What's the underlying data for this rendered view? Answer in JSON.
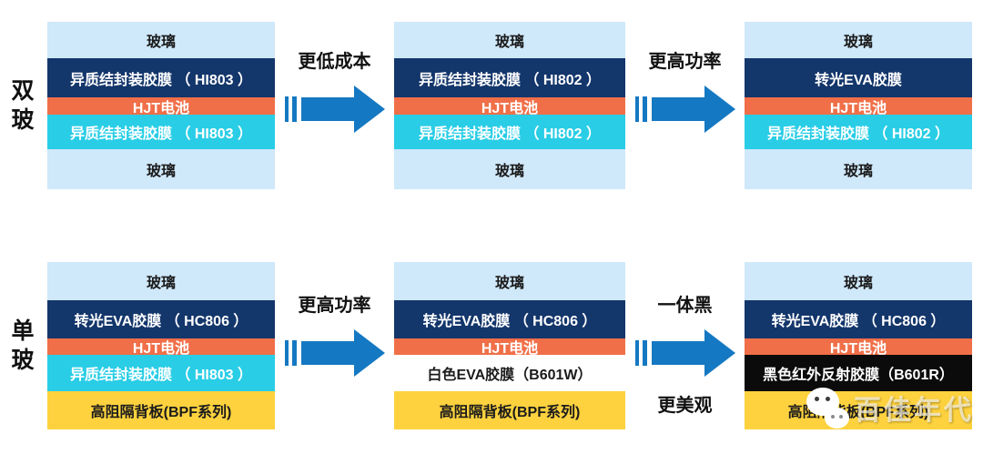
{
  "page": {
    "background": "#ffffff"
  },
  "colors": {
    "glass": "#cfe8fa",
    "encapsulant_navy": "#13366b",
    "cell_orange": "#f06f48",
    "encapsulant_cyan": "#29cde6",
    "backsheet_yellow": "#fdd23e",
    "film_white": "#ffffff",
    "film_black": "#0b0b0b",
    "arrow_blue": "#1578c2",
    "text_dark": "#1b1b1b",
    "text_light": "#ffffff"
  },
  "rows": [
    {
      "side_label": "双玻",
      "stacks": [
        {
          "layers": [
            {
              "label": "玻璃"
            },
            {
              "label": "异质结封装胶膜 （ HI803 ）"
            },
            {
              "label": "HJT电池"
            },
            {
              "label": "异质结封装胶膜 （ HI803 ）"
            },
            {
              "label": "玻璃"
            }
          ]
        },
        {
          "layers": [
            {
              "label": "玻璃"
            },
            {
              "label": "异质结封装胶膜 （ HI802 ）"
            },
            {
              "label": "HJT电池"
            },
            {
              "label": "异质结封装胶膜 （ HI802 ）"
            },
            {
              "label": "玻璃"
            }
          ]
        },
        {
          "layers": [
            {
              "label": "玻璃"
            },
            {
              "label": "转光EVA胶膜"
            },
            {
              "label": "HJT电池"
            },
            {
              "label": "异质结封装胶膜 （ HI802 ）"
            },
            {
              "label": "玻璃"
            }
          ]
        }
      ],
      "arrows": [
        {
          "label_top": "更低成本"
        },
        {
          "label_top": "更高功率"
        }
      ]
    },
    {
      "side_label": "单玻",
      "stacks": [
        {
          "layers": [
            {
              "label": "玻璃"
            },
            {
              "label": "转光EVA胶膜 （ HC806 ）"
            },
            {
              "label": "HJT电池"
            },
            {
              "label": "异质结封装胶膜 （ HI803 ）"
            },
            {
              "label": "高阻隔背板(BPF系列)"
            }
          ]
        },
        {
          "layers": [
            {
              "label": "玻璃"
            },
            {
              "label": "转光EVA胶膜 （ HC806 ）"
            },
            {
              "label": "HJT电池"
            },
            {
              "label": "白色EVA胶膜（B601W）"
            },
            {
              "label": "高阻隔背板(BPF系列)"
            }
          ]
        },
        {
          "layers": [
            {
              "label": "玻璃"
            },
            {
              "label": "转光EVA胶膜 （ HC806 ）"
            },
            {
              "label": "HJT电池"
            },
            {
              "label": "黑色红外反射胶膜（B601R）"
            },
            {
              "label": "高阻隔背板(BPF系列)"
            }
          ]
        }
      ],
      "arrows": [
        {
          "label_top": "更高功率"
        },
        {
          "label_top": "一体黑",
          "label_bottom": "更美观"
        }
      ]
    }
  ],
  "watermark": {
    "text": "百佳年代",
    "icon": "wechat-logo"
  }
}
